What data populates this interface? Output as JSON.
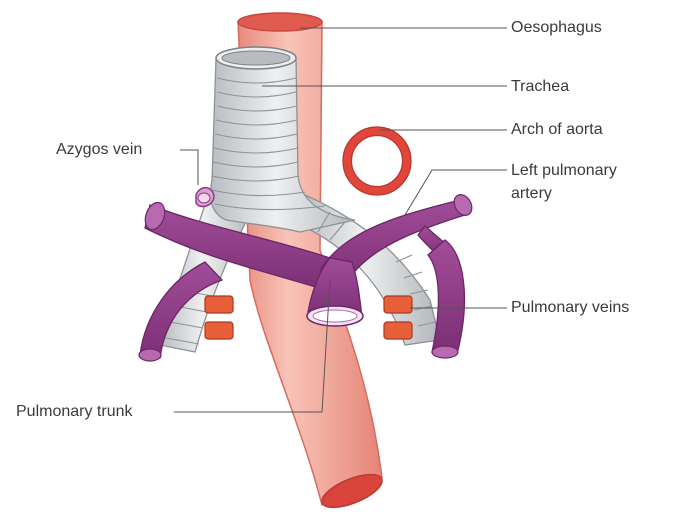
{
  "labels": {
    "oesophagus": "Oesophagus",
    "trachea": "Trachea",
    "arch_of_aorta": "Arch of aorta",
    "azygos_vein": "Azygos vein",
    "left_pulmonary_artery_line1": "Left pulmonary",
    "left_pulmonary_artery_line2": "artery",
    "pulmonary_veins": "Pulmonary veins",
    "pulmonary_trunk": "Pulmonary trunk"
  },
  "colors": {
    "oesophagus": "#f2a89a",
    "oesophagus_dark": "#d9635a",
    "trachea": "#d8dadc",
    "trachea_ring": "#8e9296",
    "pulmonary_artery": "#8e3a86",
    "pulmonary_artery_light": "#b76aaf",
    "aorta_ring": "#e0473a",
    "pulmonary_veins": "#e8603a",
    "leader_line": "#555555"
  }
}
